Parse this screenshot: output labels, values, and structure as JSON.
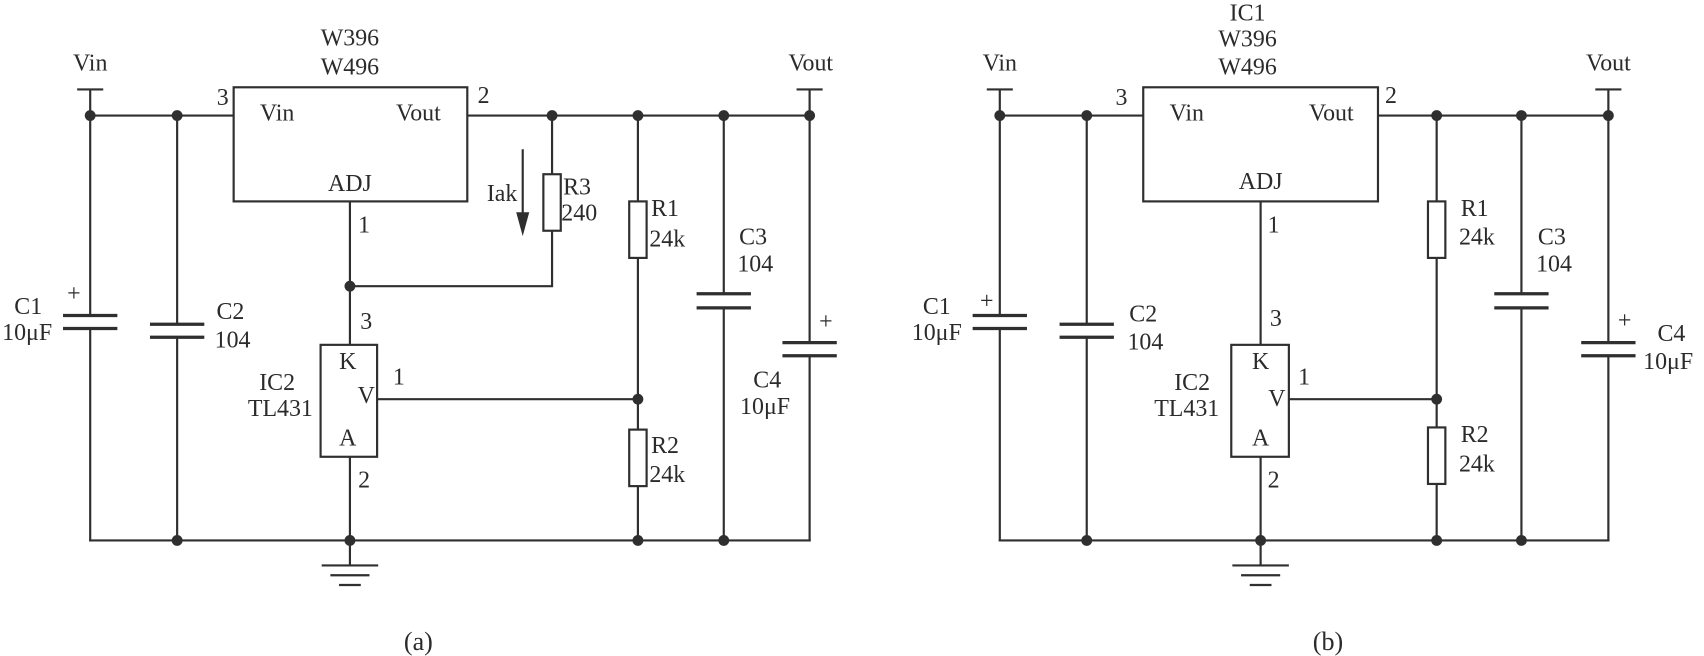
{
  "colors": {
    "ink": "#2f2f2f",
    "background": "#ffffff"
  },
  "circuit_a": {
    "caption": "(a)",
    "input_terminal": "Vin",
    "output_terminal": "Vout",
    "ic1": {
      "part_line1": "W396",
      "part_line2": "W496",
      "pin_in_label": "Vin",
      "pin_out_label": "Vout",
      "pin_adj_label": "ADJ",
      "pin_in_num": "3",
      "pin_out_num": "2",
      "pin_adj_num": "1"
    },
    "ic2": {
      "name": "IC2",
      "part": "TL431",
      "pin_k_label": "K",
      "pin_v_label": "V",
      "pin_a_label": "A",
      "pin_k_num": "3",
      "pin_v_num": "1",
      "pin_a_num": "2"
    },
    "iak": "Iak",
    "r1": {
      "name": "R1",
      "value": "24k"
    },
    "r2": {
      "name": "R2",
      "value": "24k"
    },
    "r3": {
      "name": "R3",
      "value": "240"
    },
    "c1": {
      "name": "C1",
      "value": "10μF",
      "polarity": "+"
    },
    "c2": {
      "name": "C2",
      "value": "104"
    },
    "c3": {
      "name": "C3",
      "value": "104"
    },
    "c4": {
      "name": "C4",
      "value": "10μF",
      "polarity": "+"
    }
  },
  "circuit_b": {
    "caption": "(b)",
    "input_terminal": "Vin",
    "output_terminal": "Vout",
    "ic1": {
      "name": "IC1",
      "part_line1": "W396",
      "part_line2": "W496",
      "pin_in_label": "Vin",
      "pin_out_label": "Vout",
      "pin_adj_label": "ADJ",
      "pin_in_num": "3",
      "pin_out_num": "2",
      "pin_adj_num": "1"
    },
    "ic2": {
      "name": "IC2",
      "part": "TL431",
      "pin_k_label": "K",
      "pin_v_label": "V",
      "pin_a_label": "A",
      "pin_k_num": "3",
      "pin_v_num": "1",
      "pin_a_num": "2"
    },
    "r1": {
      "name": "R1",
      "value": "24k"
    },
    "r2": {
      "name": "R2",
      "value": "24k"
    },
    "c1": {
      "name": "C1",
      "value": "10μF",
      "polarity": "+"
    },
    "c2": {
      "name": "C2",
      "value": "104"
    },
    "c3": {
      "name": "C3",
      "value": "104"
    },
    "c4": {
      "name": "C4",
      "value": "10μF",
      "polarity": "+"
    }
  }
}
